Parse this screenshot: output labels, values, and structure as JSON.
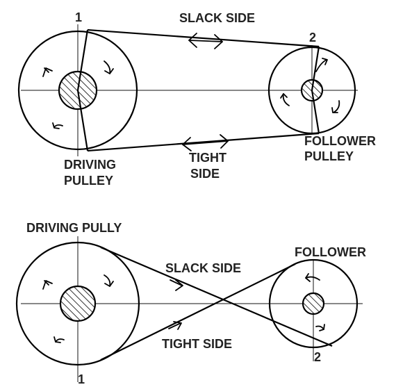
{
  "open_belt": {
    "point_1": "1",
    "point_2": "2",
    "slack_label": "SLACK SIDE",
    "tight_label_line1": "TIGHT",
    "tight_label_line2": "SIDE",
    "driving_label_line1": "DRIVING",
    "driving_label_line2": "PULLEY",
    "follower_label_line1": "FOLLOWER",
    "follower_label_line2": "PULLEY"
  },
  "crossed_belt": {
    "driving_label": "DRIVING PULLY",
    "follower_label": "FOLLOWER",
    "slack_label": "SLACK SIDE",
    "tight_label": "TIGHT SIDE",
    "point_1": "1",
    "point_2": "2"
  }
}
